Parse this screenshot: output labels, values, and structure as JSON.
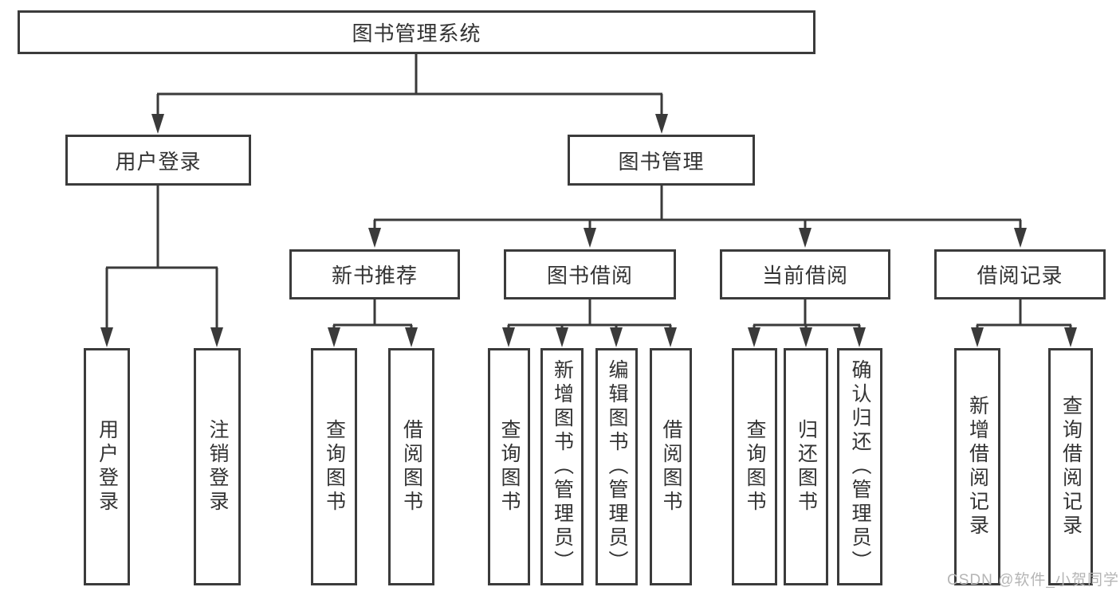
{
  "diagram_title": "图书管理系统",
  "watermark": "CSDN @软件_小贺同学",
  "colors": {
    "line": "#3a3a3a",
    "node_border": "#3b3b3b",
    "text": "#333333",
    "watermark": "#b5b5b5",
    "background": "#ffffff"
  },
  "tree": {
    "root": "图书管理系统",
    "level2": {
      "user_login": "用户登录",
      "book_mgmt": "图书管理"
    },
    "level3": {
      "new_book_rec": "新书推荐",
      "book_borrow": "图书借阅",
      "current_borrow": "当前借阅",
      "borrow_record": "借阅记录"
    },
    "leaves": {
      "user_login": [
        "用户登录",
        "注销登录"
      ],
      "new_book_rec": [
        "查询图书",
        "借阅图书"
      ],
      "book_borrow": [
        "查询图书",
        "新增图书（管理员）",
        "编辑图书（管理员）",
        "借阅图书"
      ],
      "current_borrow": [
        "查询图书",
        "归还图书",
        "确认归还（管理员）"
      ],
      "borrow_record": [
        "新增借阅记录",
        "查询借阅记录"
      ]
    }
  }
}
